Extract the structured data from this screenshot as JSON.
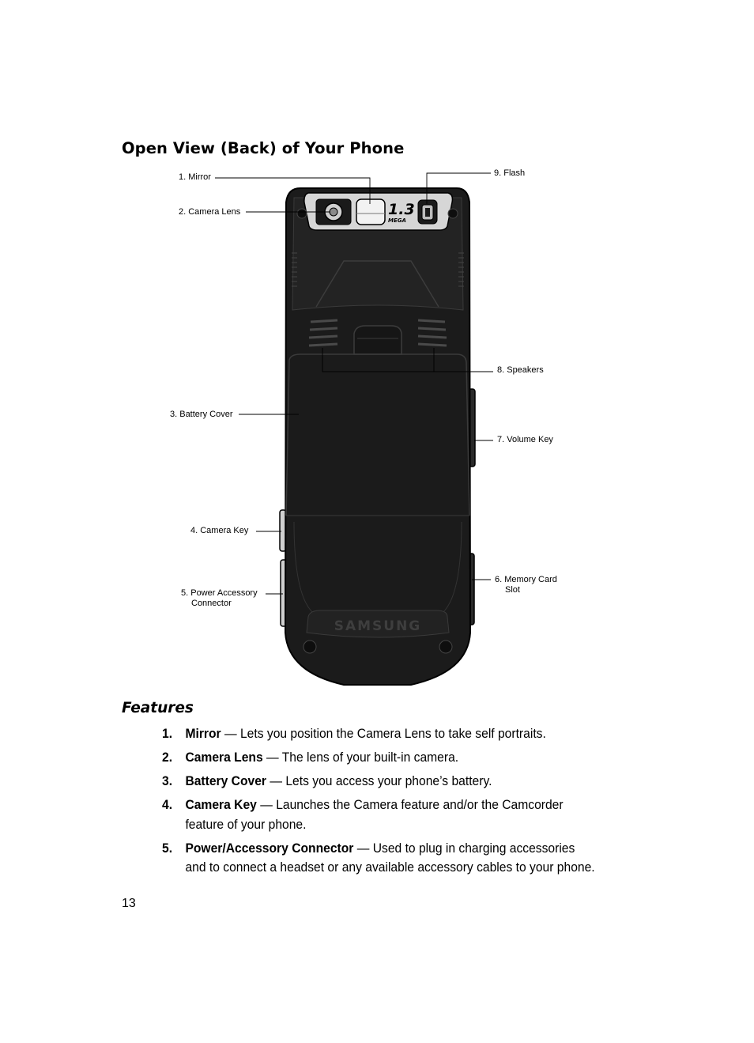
{
  "page": {
    "title": "Open View (Back) of Your Phone",
    "section_title": "Features",
    "page_number": "13"
  },
  "figure": {
    "callouts": [
      {
        "id": "mirror",
        "label": "1. Mirror"
      },
      {
        "id": "camera-lens",
        "label": "2. Camera Lens"
      },
      {
        "id": "battery-cover",
        "label": "3. Battery Cover"
      },
      {
        "id": "camera-key",
        "label": "4. Camera Key"
      },
      {
        "id": "power-accessory-connector",
        "label": "5. Power Accessory",
        "label_line2": "Connector"
      },
      {
        "id": "memory-card-slot",
        "label": "6. Memory Card",
        "label_line2": "Slot"
      },
      {
        "id": "volume-key",
        "label": "7. Volume Key"
      },
      {
        "id": "speakers",
        "label": "8. Speakers"
      },
      {
        "id": "flash",
        "label": "9. Flash"
      }
    ],
    "camera_badge": "1.3",
    "camera_badge_sub": "MEGA",
    "brand": "SAMSUNG",
    "colors": {
      "phone_body": "#1b1b1b",
      "phone_outline": "#000000",
      "camera_panel": "#d6d6d6"
    }
  },
  "features": [
    {
      "num": "1.",
      "term": "Mirror",
      "desc": " — Lets you position the Camera Lens to take self portraits."
    },
    {
      "num": "2.",
      "term": "Camera Lens",
      "desc": " — The lens of your built-in camera."
    },
    {
      "num": "3.",
      "term": "Battery Cover",
      "desc": " — Lets you access your phone’s battery."
    },
    {
      "num": "4.",
      "term": "Camera Key",
      "desc": " — Launches the Camera feature and/or the Camcorder feature of your phone."
    },
    {
      "num": "5.",
      "term": "Power/Accessory Connector",
      "desc": " — Used to plug in charging accessories and to connect a headset or any available accessory cables to your phone."
    }
  ]
}
